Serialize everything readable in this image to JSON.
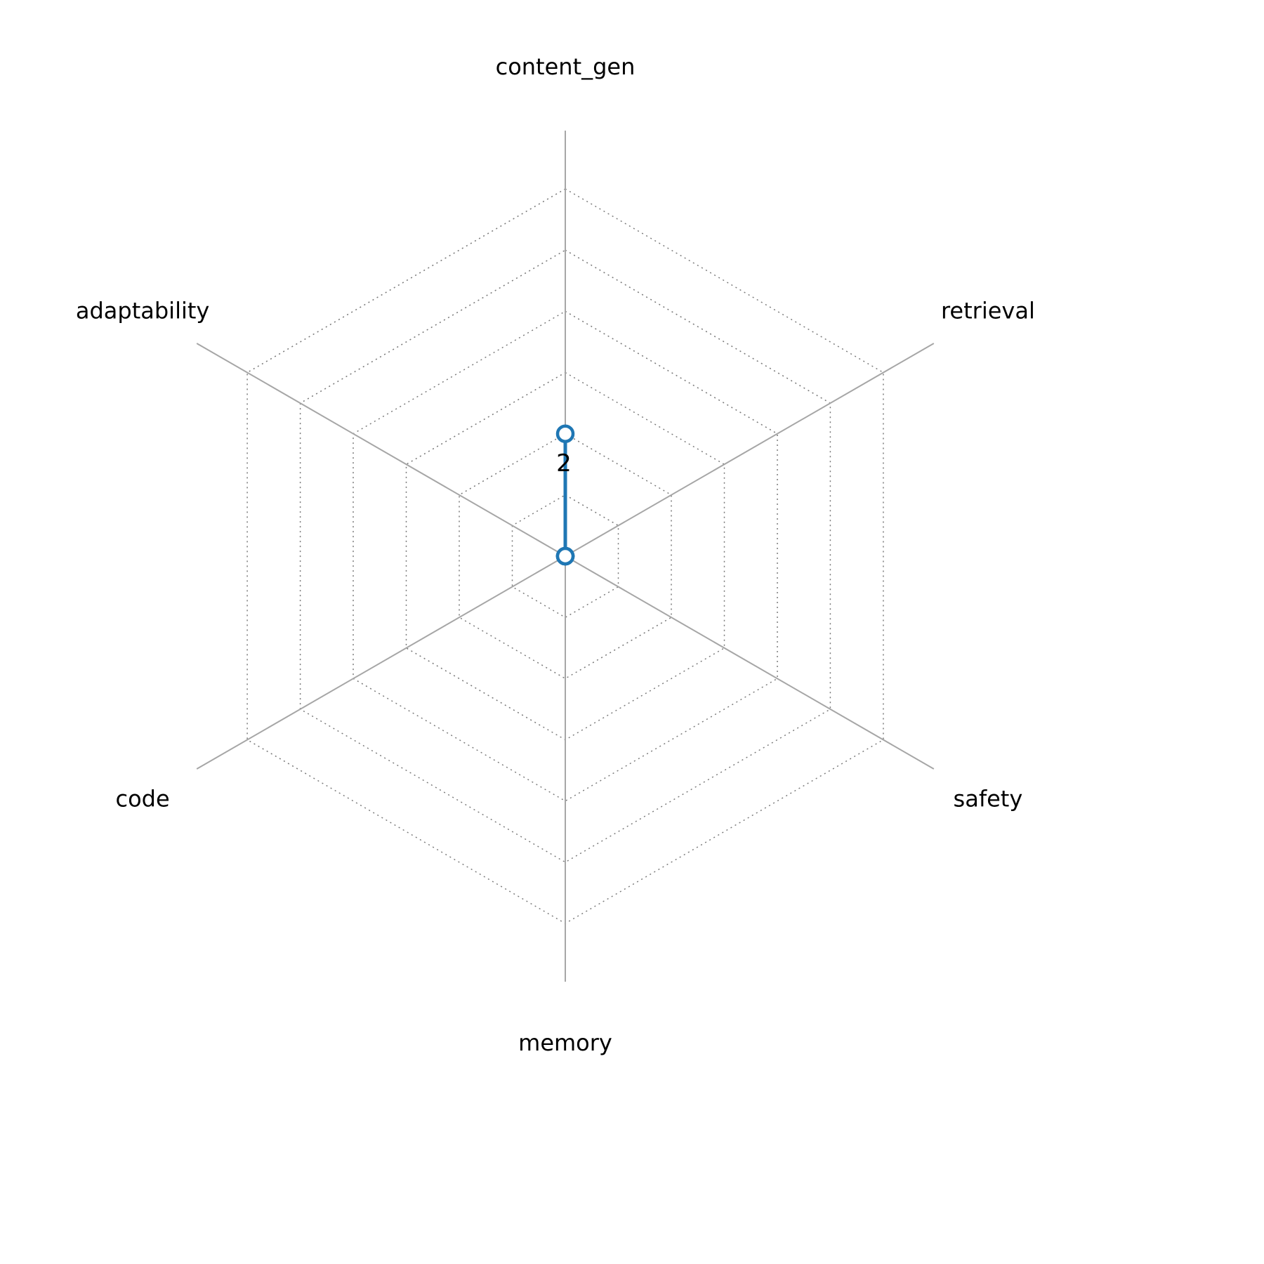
{
  "chart_data": {
    "type": "radar",
    "categories": [
      "content_gen",
      "retrieval",
      "safety",
      "memory",
      "code",
      "adaptability"
    ],
    "values": [
      2,
      0,
      0,
      0,
      0,
      0
    ],
    "rings": [
      1,
      2,
      3,
      4,
      5,
      6
    ],
    "r_max": 6,
    "visible_tick_labels": [
      {
        "value": 2,
        "label": "2"
      }
    ],
    "title": "",
    "legend": "none",
    "grid": "dotted-hexagonal",
    "colors": {
      "line": "#1f77b4",
      "marker_fill": "#ffffff",
      "ring_grid": "#7a7a7a",
      "spoke": "#a6a6a6",
      "label": "#000000",
      "background": "#ffffff"
    }
  }
}
